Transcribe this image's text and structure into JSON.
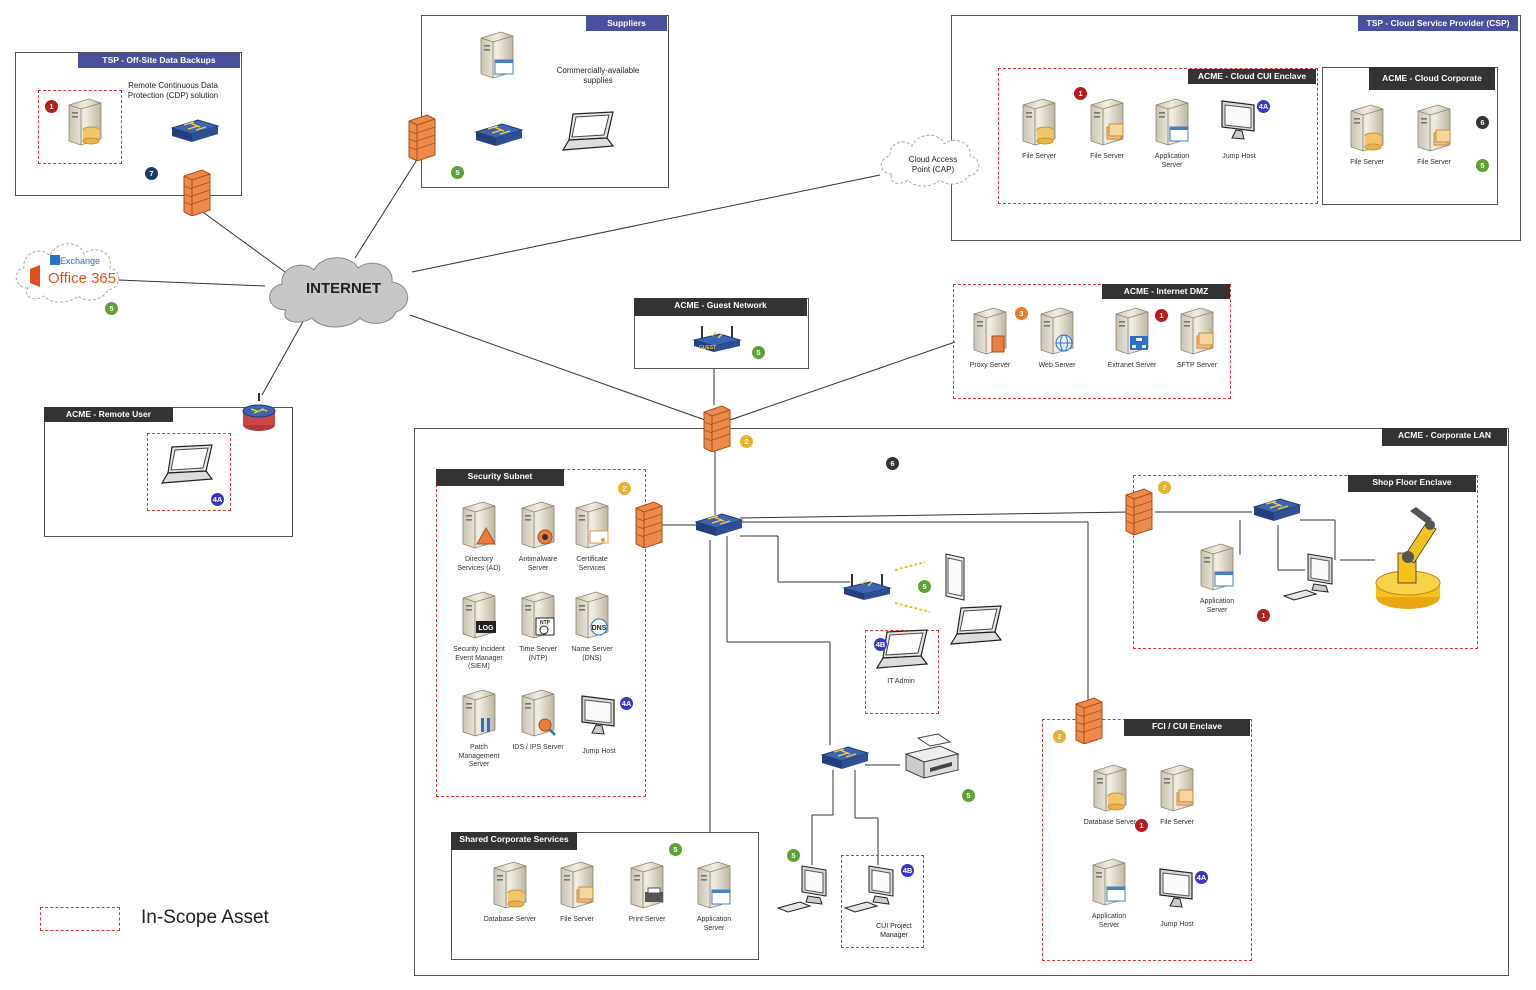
{
  "colors": {
    "badge_1": "#b71c1c",
    "badge_2": "#e8b12e",
    "badge_3": "#e47c2a",
    "badge_4A": "#3a35c9",
    "badge_4B": "#3a35c9",
    "badge_5": "#5da334",
    "badge_6": "#333333",
    "badge_7": "#1d3a66",
    "header_blue": "#4a4f9e",
    "header_dark": "#333333",
    "scope_border": "#dd3333"
  },
  "zones": {
    "backups": {
      "title": "TSP - Off-Site Data Backups",
      "note": "Remote Continuous Data Protection (CDP) solution"
    },
    "suppliers": {
      "title": "Suppliers",
      "note": "Commercially-available supplies"
    },
    "csp": {
      "title": "TSP - Cloud Service Provider (CSP)"
    },
    "cui_enclave": {
      "title": "ACME - Cloud CUI Enclave"
    },
    "cloud_corp": {
      "title": "ACME - Cloud Corporate"
    },
    "guest": {
      "title": "ACME - Guest Network",
      "ap_text": "GUEST"
    },
    "dmz": {
      "title": "ACME - Internet DMZ"
    },
    "remote": {
      "title": "ACME - Remote User"
    },
    "corp_lan": {
      "title": "ACME - Corporate LAN"
    },
    "security": {
      "title": "Security Subnet"
    },
    "shared": {
      "title": "Shared Corporate Services"
    },
    "shop": {
      "title": "Shop Floor Enclave"
    },
    "fci": {
      "title": "FCI / CUI Enclave"
    }
  },
  "clouds": {
    "internet": "INTERNET",
    "cap": "Cloud Access Point (CAP)",
    "exchange": "Exchange",
    "office": "Office 365"
  },
  "nodes": {
    "csp_file1": "File Server",
    "csp_file2": "File Server",
    "csp_app": "Application Server",
    "csp_jump": "Jump Host",
    "corp_file1": "File Server",
    "corp_file2": "File Server",
    "proxy": "Proxy Server",
    "web": "Web Server",
    "extranet": "Extranet Server",
    "sftp": "SFTP Server",
    "dir": "Directory Services (AD)",
    "av": "Antimalware Server",
    "cert": "Certificate Services",
    "siem": "Security Incident Event Manager (SIEM)",
    "ntp": "Time Server (NTP)",
    "dns": "Name Server (DNS)",
    "patch": "Patch Management Server",
    "ids": "IDS / IPS Server",
    "sec_jump": "Jump Host",
    "it_admin": "IT Admin",
    "cui_pm": "CUI Project Manager",
    "sh_db": "Database Server",
    "sh_file": "File Server",
    "sh_print": "Print Server",
    "sh_app": "Application Server",
    "shop_app": "Application Server",
    "fci_db": "Database Server",
    "fci_file": "File Server",
    "fci_app": "Application Server",
    "fci_jump": "Jump Host"
  },
  "icon_text": {
    "log": "LOG",
    "ntp": "NTP",
    "dns": "DNS"
  },
  "badges": {
    "one": "1",
    "two": "2",
    "three": "3",
    "fourA": "4A",
    "fourB": "4B",
    "five": "5",
    "six": "6",
    "seven": "7"
  },
  "legend": {
    "label": "In-Scope Asset"
  }
}
